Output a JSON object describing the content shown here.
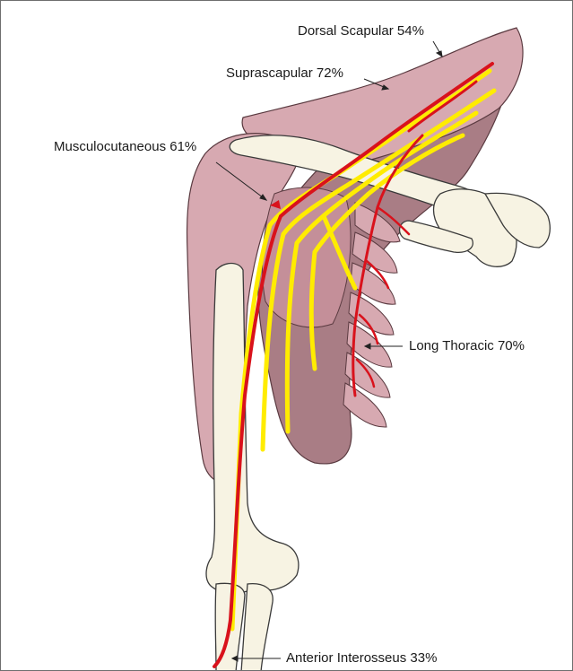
{
  "figure": {
    "labels": {
      "dorsal_scapular": "Dorsal Scapular 54%",
      "suprascapular": "Suprascapular 72%",
      "musculocutaneous": "Musculocutaneous 61%",
      "long_thoracic": "Long Thoracic 70%",
      "anterior_interosseus": "Anterior Interosseus 33%"
    },
    "colors": {
      "muscle": "#d7a9b1",
      "muscle_shadow": "#a97d85",
      "muscle_deep": "#c48f99",
      "bone": "#f7f3e3",
      "bone_outline": "#3a3a3a",
      "nerve_yellow": "#ffec00",
      "artery_red": "#d9121c"
    }
  }
}
